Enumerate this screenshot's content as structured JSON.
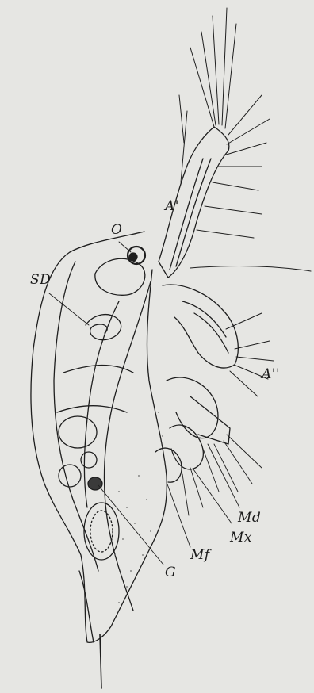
{
  "figure": {
    "labels": {
      "first_antenna": "A'",
      "second_antenna": "A''",
      "eye": "O",
      "shell_gland": "SD",
      "mandible": "Md",
      "maxilla": "Mx",
      "maxilliped": "Mf",
      "gland": "G"
    },
    "colors": {
      "paper": "#e6e6e3",
      "ink": "#1e1e1e"
    }
  }
}
